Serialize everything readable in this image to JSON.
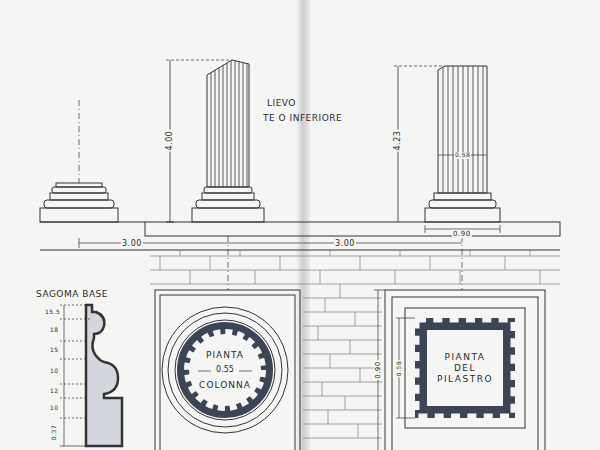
{
  "diagram": {
    "nodes": [
      {
        "text": [
          "PIANTA",
          "0.55",
          "COLONNA"
        ]
      },
      {
        "text": [
          "PIANTA DEL PILASTRO"
        ]
      }
    ],
    "labels": [
      "LIEVO",
      "TE O INFERIORE",
      "4.00",
      "4.23",
      "0.58",
      "0.90",
      "3.00",
      "3.00",
      "SAGOMA BASE",
      "15.5",
      "18",
      "15",
      "10",
      "12",
      "10",
      "0.37",
      "0.90",
      "0.58"
    ]
  }
}
